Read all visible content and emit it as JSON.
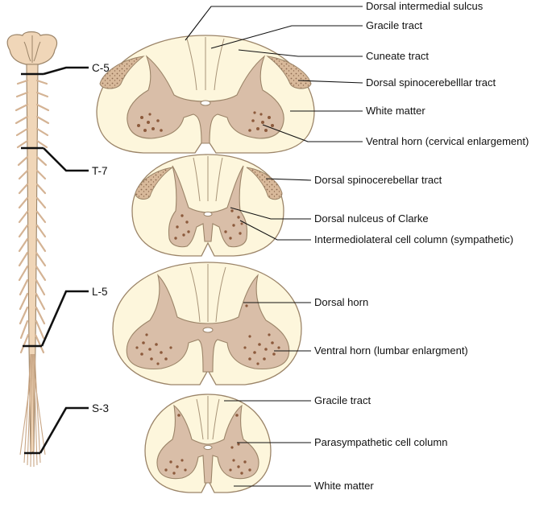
{
  "segments": {
    "c5": "C-5",
    "t7": "T-7",
    "l5": "L-5",
    "s3": "S-3"
  },
  "labels": {
    "dorsal_intermedial_sulcus": "Dorsal intermedial sulcus",
    "gracile_tract_c5": "Gracile tract",
    "cuneate_tract": "Cuneate tract",
    "dorsal_spinocerebellar_tract_c5": "Dorsal spinocerebelllar tract",
    "white_matter_c5": "White matter",
    "ventral_horn_cervical": "Ventral horn (cervical enlargement)",
    "dorsal_spinocerebellar_tract_t7": "Dorsal spinocerebellar tract",
    "dorsal_nucleus_clarke": "Dorsal nulceus of Clarke",
    "intermediolateral_cell_column": "Intermediolateral cell column (sympathetic)",
    "dorsal_horn": "Dorsal horn",
    "ventral_horn_lumbar": "Ventral horn (lumbar enlargment)",
    "gracile_tract_s3": "Gracile tract",
    "parasympathetic_cell_column": "Parasympathetic cell column",
    "white_matter_s3": "White matter"
  },
  "colors": {
    "white_matter": "#fdf6dc",
    "gray_matter": "#d9bea8",
    "outline": "#9b8468",
    "cell_bodies": "#8c5a3c",
    "spinocerebellar_tract": "#d8b99a",
    "spinal_cord": "#f0d6b8"
  }
}
